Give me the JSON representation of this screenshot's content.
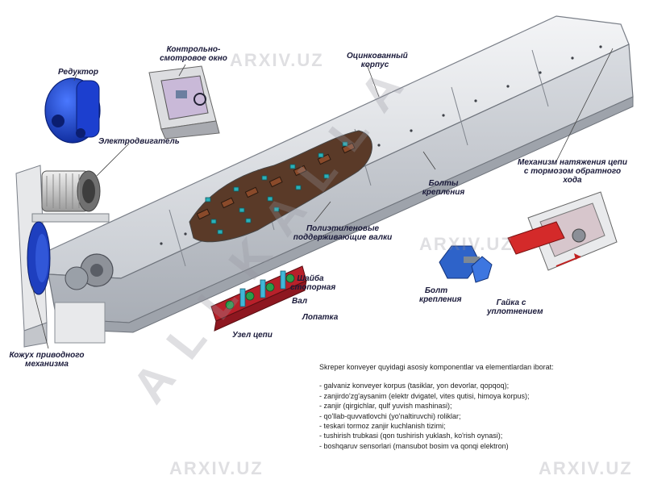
{
  "labels": {
    "reducer": "Редуктор",
    "inspection_window": "Контрольно-смотровое окно",
    "galvanized_body": "Оцинкованный корпус",
    "motor": "Электродвигатель",
    "bolts": "Болты крепления",
    "tension_mechanism": "Механизм натяжения цепи с тормозом обратного хода",
    "poly_rollers": "Полиэтиленовые поддерживающие валки",
    "washer": "Шайба стопорная",
    "shaft": "Вал",
    "blade": "Лопатка",
    "chain_unit": "Узел цепи",
    "bolt": "Болт крепления",
    "nut": "Гайка с уплотнением",
    "drive_cover": "Кожух приводного механизма"
  },
  "description": {
    "heading": "Skreper konveyer quyidagi asosiy komponentlar va elementlardan iborat:",
    "items": [
      "- galvaniz konveyer korpus (tasiklar, yon devorlar, qopqoq);",
      "- zanjirdo'zg'aysanim (elektr dvigatel, vites qutisi, himoya korpus);",
      "- zanjir (qirgichlar, qulf yuvish mashinasi);",
      "- qo'llab-quvvatlovchi (yo'naltiruvchi) roliklar;",
      "- teskari tormoz zanjir kuchlanish tizimi;",
      "- tushirish trubkasi (qon tushirish yuklash, ko'rish oynasi);",
      "- boshqaruv sensorlari (mansubot bosim va qonqi elektron)"
    ]
  },
  "watermarks": {
    "diagonal": "ALLKALLA",
    "site": "ARXIV.UZ"
  },
  "colors": {
    "body": "#dfe2e6",
    "chain": "#8a4a2a",
    "bolt": "#2e63c9",
    "reducer": "#1a44c8",
    "tension_red": "#d42a2a"
  }
}
